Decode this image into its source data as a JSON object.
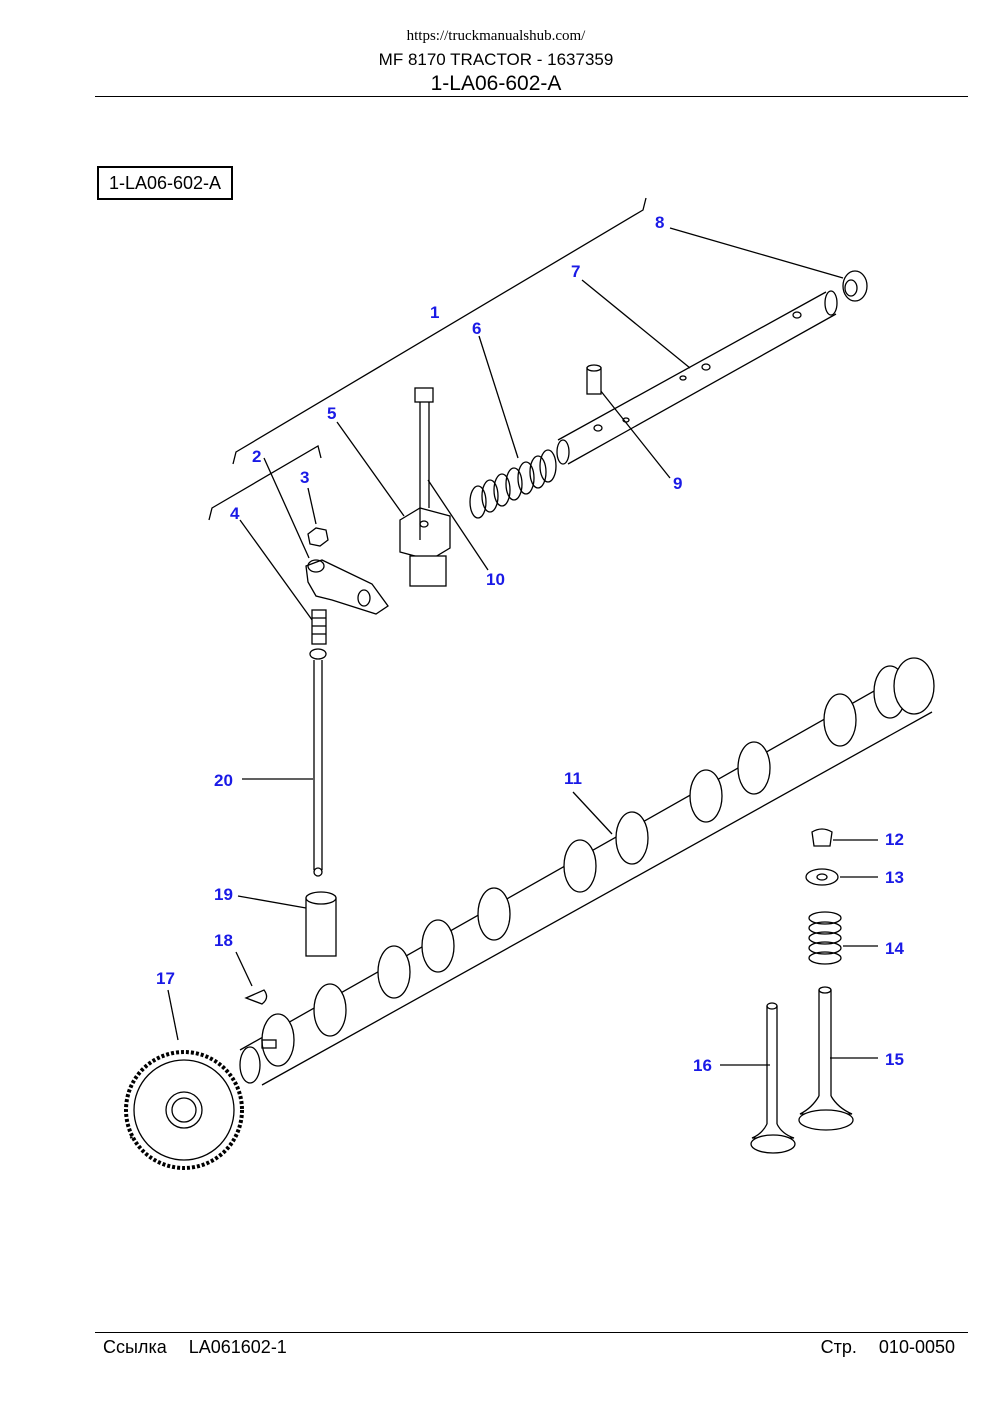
{
  "header": {
    "url": "https://truckmanualshub.com/",
    "title": "MF 8170 TRACTOR - 1637359",
    "subtitle": "1-LA06-602-A"
  },
  "diagram_label": "1-LA06-602-A",
  "callouts": {
    "c1": "1",
    "c2": "2",
    "c3": "3",
    "c4": "4",
    "c5": "5",
    "c6": "6",
    "c7": "7",
    "c8": "8",
    "c9": "9",
    "c10": "10",
    "c11": "11",
    "c12": "12",
    "c13": "13",
    "c14": "14",
    "c15": "15",
    "c16": "16",
    "c17": "17",
    "c18": "18",
    "c19": "19",
    "c20": "20"
  },
  "footer": {
    "ref_label": "Ссылка",
    "ref_value": "LA061602-1",
    "page_label": "Стр.",
    "page_value": "010-0050"
  },
  "colors": {
    "callout": "#1a1ae6",
    "line": "#000000"
  }
}
